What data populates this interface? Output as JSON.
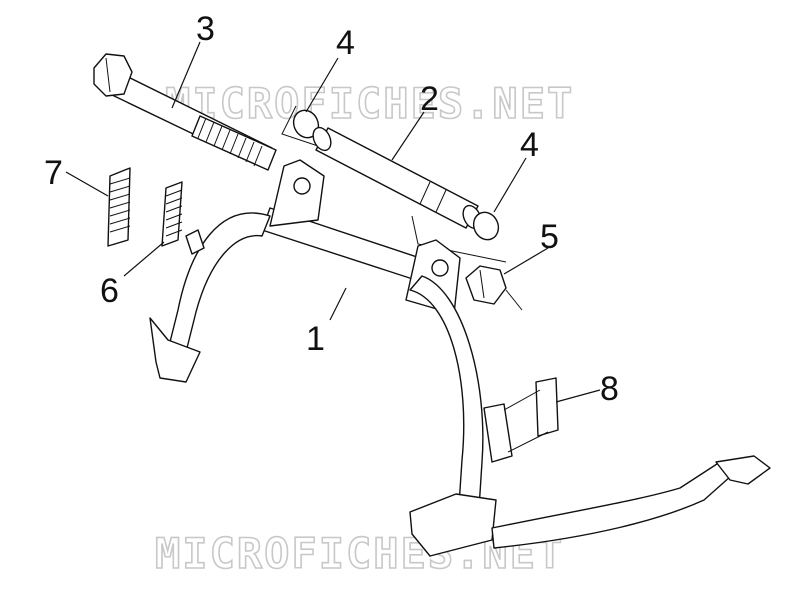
{
  "callouts": {
    "c1": "1",
    "c2": "2",
    "c3": "3",
    "c4a": "4",
    "c4b": "4",
    "c5": "5",
    "c6": "6",
    "c7": "7",
    "c8": "8"
  },
  "watermark": "MICROFICHES.NET",
  "colors": {
    "line": "#111111",
    "background": "#ffffff",
    "watermark": "#c8c8c8"
  }
}
